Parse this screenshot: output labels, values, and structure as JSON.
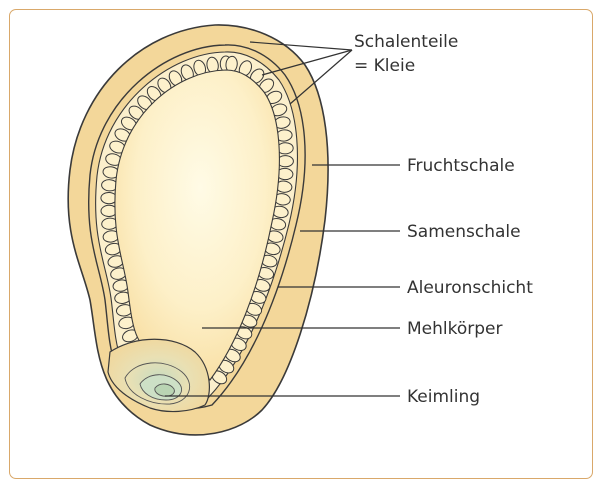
{
  "labels": {
    "schalenteile_line1": "Schalenteile",
    "schalenteile_line2": "= Kleie",
    "fruchtschale": "Fruchtschale",
    "samenschale": "Samenschale",
    "aleuronschicht": "Aleuronschicht",
    "mehlkoerper": "Mehlkörper",
    "keimling": "Keimling"
  },
  "colors": {
    "frame": "#d9a86a",
    "outer_layer": "#f3d79a",
    "endosperm_center": "#fffbe6",
    "endosperm_edge": "#fbe6b0",
    "aleurone_cells": "#fdf1cc",
    "germ": "#f0d9a0",
    "outline": "#3a3a3a",
    "text": "#333333"
  }
}
